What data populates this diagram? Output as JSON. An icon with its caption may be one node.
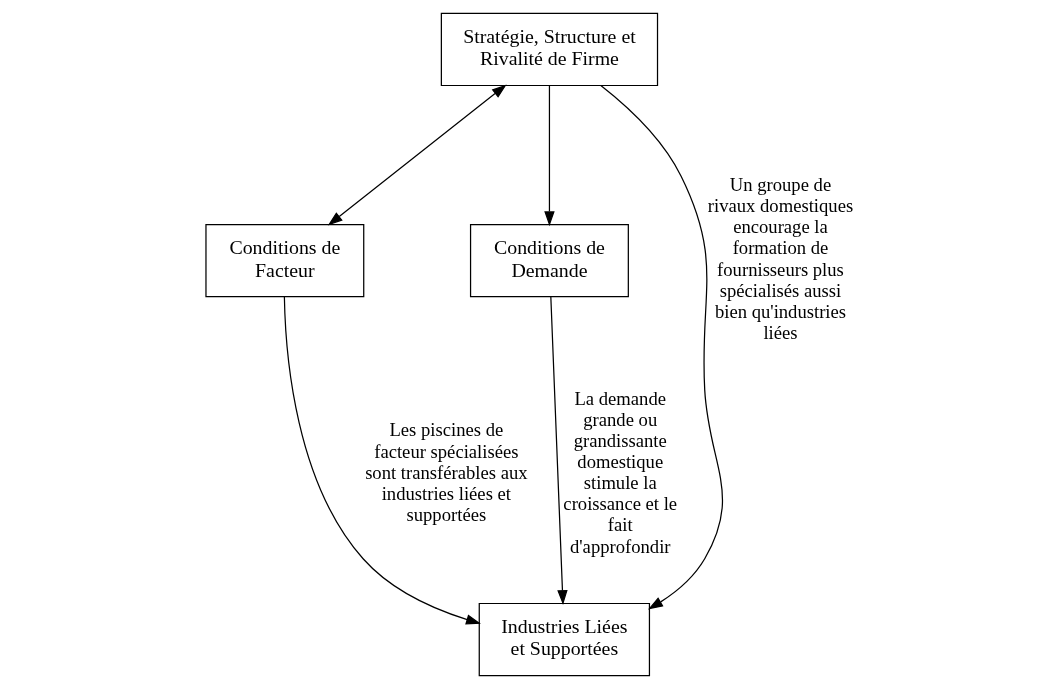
{
  "diagram": {
    "nodes": [
      {
        "text": [
          "Stratégie, Structure et Rivalité de Firme"
        ]
      },
      {
        "text": [
          "Conditions de Facteur"
        ]
      },
      {
        "text": [
          "Conditions de Demande"
        ]
      },
      {
        "text": [
          "Industries Liées et Supportées"
        ]
      }
    ],
    "edges": [
      {
        "from": 0,
        "to": 1,
        "arrow": "both"
      },
      {
        "from": 0,
        "to": 2,
        "arrow": "to"
      },
      {
        "from": 0,
        "to": 3,
        "arrow": "to",
        "label": "Un groupe de rivaux domestiques encourage la formation de fournisseurs plus spécialisés aussi bien qu'industries liées"
      },
      {
        "from": 1,
        "to": 3,
        "arrow": "to",
        "label": "Les piscines de facteur spécialisées sont transférables aux industries liées et supportées"
      },
      {
        "from": 2,
        "to": 3,
        "arrow": "to",
        "label": "La demande grande ou grandissante domestique stimule la croissance et le fait d'approfondir"
      }
    ]
  }
}
